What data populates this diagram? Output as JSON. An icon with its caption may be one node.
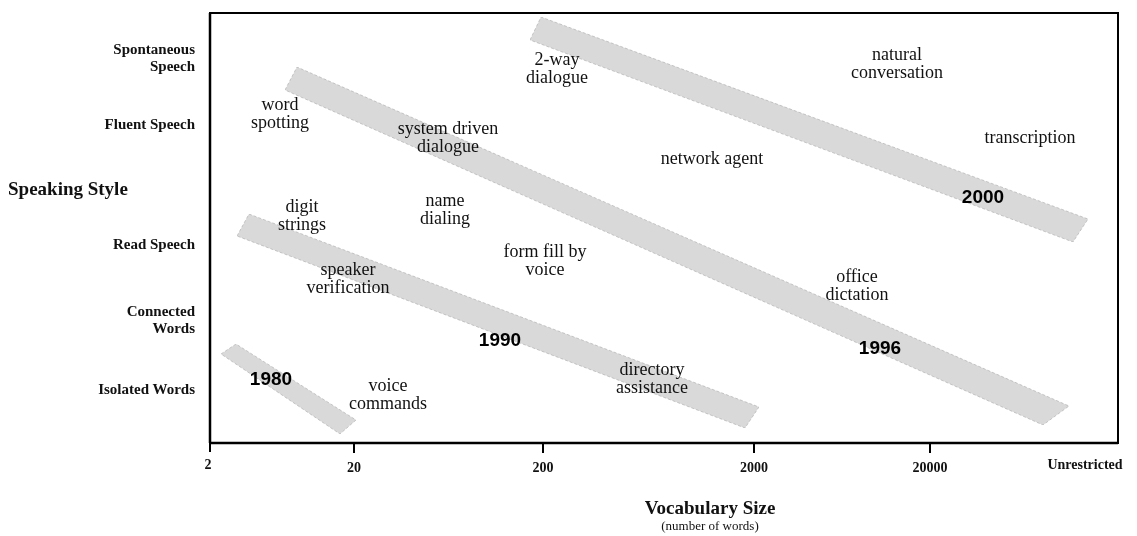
{
  "diagram": {
    "nodes": [
      {
        "text": [
          "1980"
        ]
      },
      {
        "text": [
          "1990"
        ]
      },
      {
        "text": [
          "1996"
        ]
      },
      {
        "text": [
          "2000"
        ]
      }
    ],
    "edges": [],
    "labels": [
      "Spontaneous Speech",
      "2-way dialogue",
      "natural conversation",
      "word spotting",
      "Fluent Speech",
      "system driven dialogue",
      "transcription",
      "network agent",
      "Speaking Style",
      "digit strings",
      "name dialing",
      "Read Speech",
      "form fill by voice",
      "speaker verification",
      "office dictation",
      "Connected Words",
      "directory assistance",
      "Isolated Words",
      "voice commands",
      "2",
      "20",
      "200",
      "2000",
      "20000",
      "Unrestricted",
      "Vocabulary Size",
      "(number of words)"
    ]
  }
}
